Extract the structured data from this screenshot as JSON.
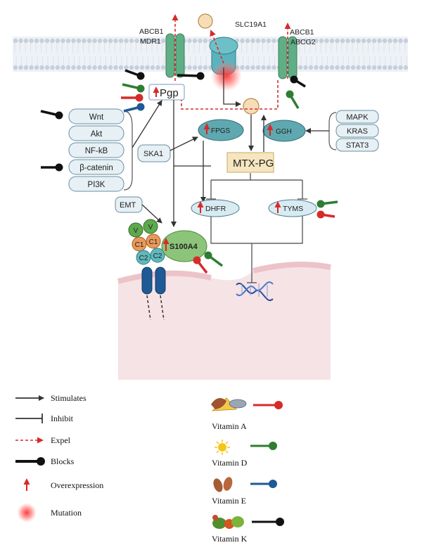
{
  "transporters": {
    "abcb1_mdr1": [
      "ABCB1",
      "MDR1"
    ],
    "slc19a1": "SLC19A1",
    "abcb1_abcg2": [
      "ABCB1",
      "ABCG2"
    ]
  },
  "nodes": {
    "pgp": "Pgp",
    "fpgs": "FPGS",
    "ggh": "GGH",
    "mtx_pg": "MTX-PG",
    "ska1": "SKA1",
    "dhfr": "DHFR",
    "tyms": "TYMS",
    "emt": "EMT",
    "s100a4": "S100A4"
  },
  "pathways": [
    "Wnt",
    "Akt",
    "NF-kB",
    "β-catenin",
    "PI3K"
  ],
  "kinases": [
    "MAPK",
    "KRAS",
    "STAT3"
  ],
  "receptor_domains": {
    "v": [
      "V",
      "V"
    ],
    "c1": [
      "C1",
      "C1"
    ],
    "c2": [
      "C2",
      "C2"
    ]
  },
  "legend": {
    "stimulates": "Stimulates",
    "inhibit": "Inhibit",
    "expel": "Expel",
    "blocks": "Blocks",
    "overexpression": "Overexpression",
    "mutation": "Mutation"
  },
  "vitamins": [
    {
      "label": "Vitamin A",
      "icon": "cheese-liver-fish-icon",
      "color": "#d62b2b"
    },
    {
      "label": "Vitamin D",
      "icon": "sun-icon",
      "color": "#2e7d32"
    },
    {
      "label": "Vitamin E",
      "icon": "almond-nuts-icon",
      "color": "#1f5a96"
    },
    {
      "label": "Vitamin K",
      "icon": "vegetables-icon",
      "color": "#111111"
    }
  ],
  "colors": {
    "membrane_head": "#c6cfdb",
    "transporter": "#5fae86",
    "slc": "#5ab3bd",
    "enzyme": "#5fa8b0",
    "pathway_box": "#e6f0f5",
    "mtx_box": "#f5e6bf",
    "s100a4": "#8cc47a",
    "overexpression": "#e02020",
    "cell": "#f6e3e5"
  }
}
